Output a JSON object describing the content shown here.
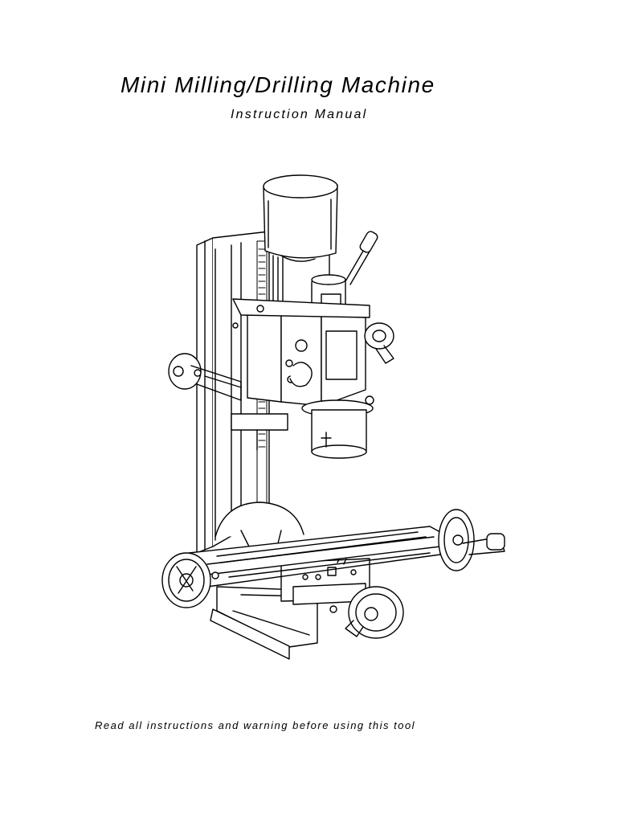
{
  "document": {
    "title": "Mini Milling/Drilling Machine",
    "subtitle": "Instruction Manual",
    "warning": "Read all instructions and warning before using this tool"
  },
  "illustration": {
    "subject": "mini-milling-drilling-machine",
    "style": "black line drawing"
  }
}
